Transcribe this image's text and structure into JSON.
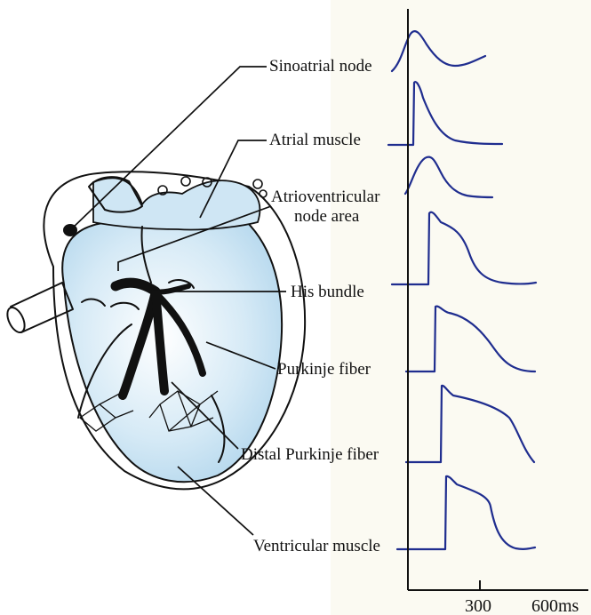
{
  "labels": {
    "sinoatrial": "Sinoatrial node",
    "atrial": "Atrial muscle",
    "av_line1": "Atrioventricular",
    "av_line2": "node area",
    "his": "His bundle",
    "purkinje": "Purkinje fiber",
    "distal": "Distal Purkinje fiber",
    "ventricular": "Ventricular muscle"
  },
  "axis": {
    "tick_300": "300",
    "tick_600": "600ms"
  },
  "colors": {
    "trace": "#1f2d8f",
    "heart_fill": "#c9e2f1",
    "conduction": "#111111"
  }
}
